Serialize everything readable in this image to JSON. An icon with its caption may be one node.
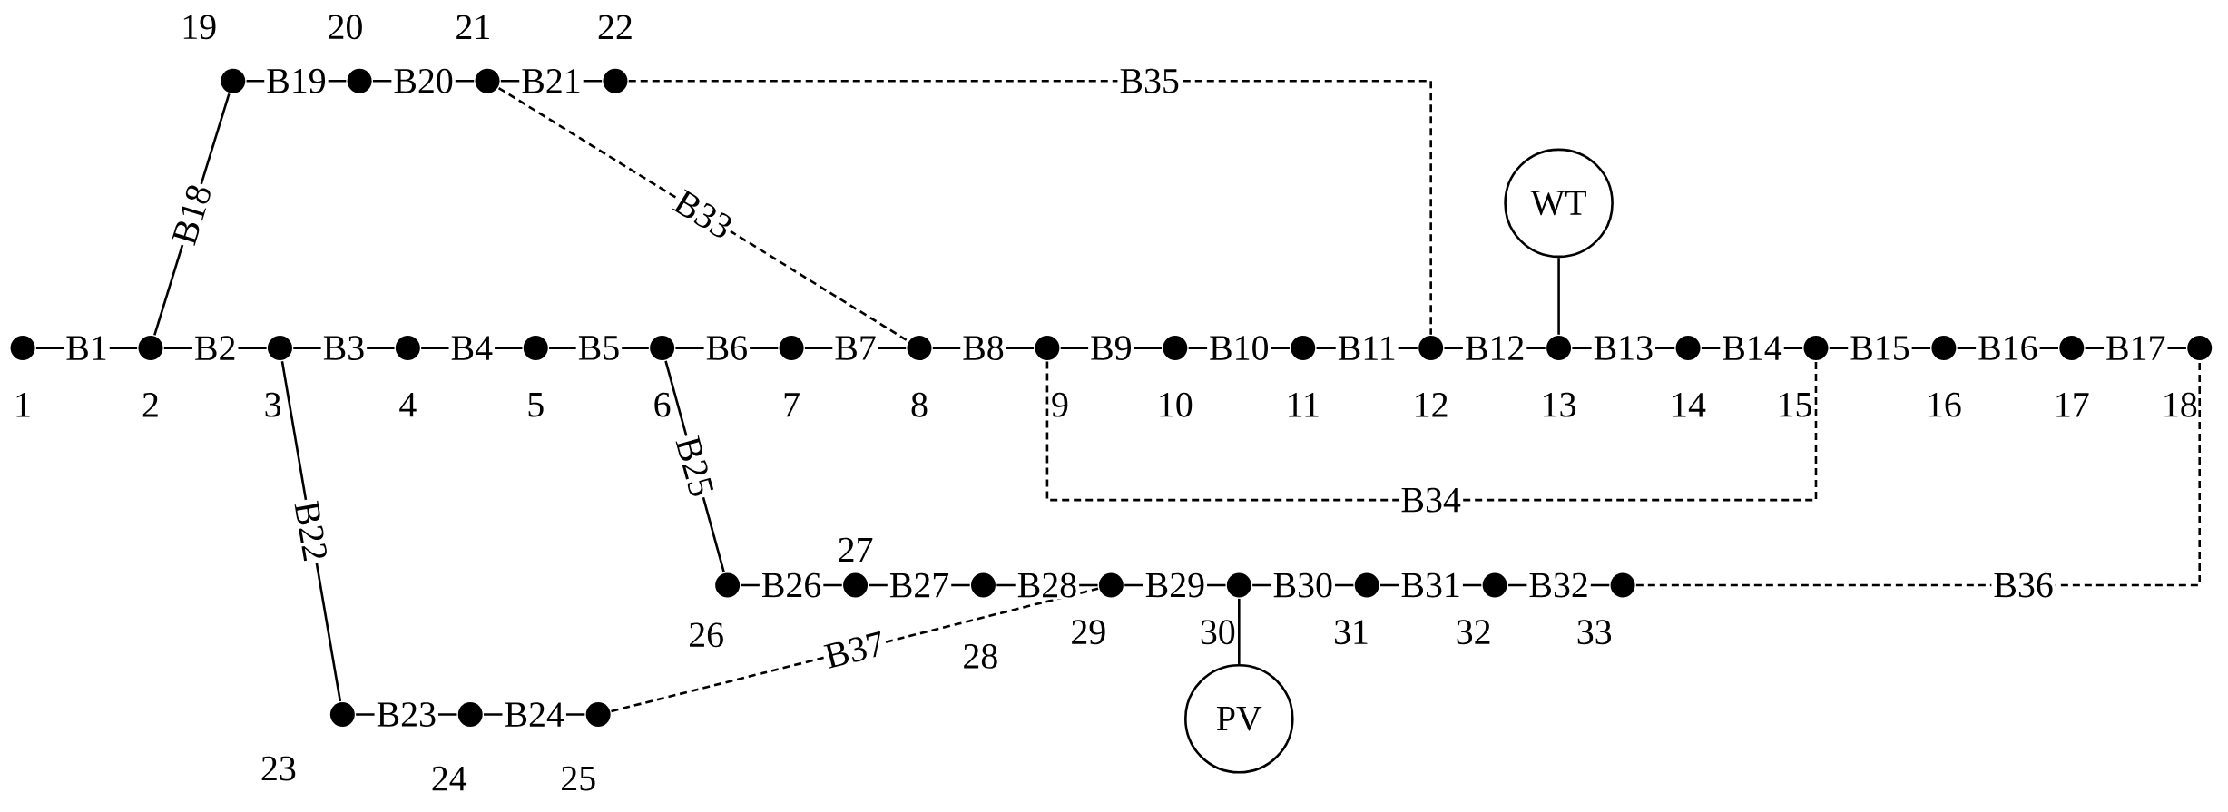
{
  "diagram": {
    "nodes": [
      {
        "text": [],
        "shape": "circle",
        "beside": [
          "1"
        ]
      },
      {
        "text": [],
        "shape": "circle",
        "beside": [
          "2"
        ]
      },
      {
        "text": [],
        "shape": "circle",
        "beside": [
          "3"
        ]
      },
      {
        "text": [],
        "shape": "circle",
        "beside": [
          "4"
        ]
      },
      {
        "text": [],
        "shape": "circle",
        "beside": [
          "5"
        ]
      },
      {
        "text": [],
        "shape": "circle",
        "beside": [
          "6"
        ]
      },
      {
        "text": [],
        "shape": "circle",
        "beside": [
          "7"
        ]
      },
      {
        "text": [],
        "shape": "circle",
        "beside": [
          "8"
        ]
      },
      {
        "text": [],
        "shape": "circle",
        "beside": [
          "9"
        ]
      },
      {
        "text": [],
        "shape": "circle",
        "beside": [
          "10"
        ]
      },
      {
        "text": [],
        "shape": "circle",
        "beside": [
          "11"
        ]
      },
      {
        "text": [],
        "shape": "circle",
        "beside": [
          "12"
        ]
      },
      {
        "text": [],
        "shape": "circle",
        "beside": [
          "13"
        ]
      },
      {
        "text": [],
        "shape": "circle",
        "beside": [
          "14"
        ]
      },
      {
        "text": [],
        "shape": "circle",
        "beside": [
          "15"
        ]
      },
      {
        "text": [],
        "shape": "circle",
        "beside": [
          "16"
        ]
      },
      {
        "text": [],
        "shape": "circle",
        "beside": [
          "17"
        ]
      },
      {
        "text": [],
        "shape": "circle",
        "beside": [
          "18"
        ]
      },
      {
        "text": [],
        "shape": "circle",
        "beside": [
          "19"
        ]
      },
      {
        "text": [],
        "shape": "circle",
        "beside": [
          "20"
        ]
      },
      {
        "text": [],
        "shape": "circle",
        "beside": [
          "21"
        ]
      },
      {
        "text": [],
        "shape": "circle",
        "beside": [
          "22"
        ]
      },
      {
        "text": [],
        "shape": "circle",
        "beside": [
          "23"
        ]
      },
      {
        "text": [],
        "shape": "circle",
        "beside": [
          "24"
        ]
      },
      {
        "text": [],
        "shape": "circle",
        "beside": [
          "25"
        ]
      },
      {
        "text": [],
        "shape": "circle",
        "beside": [
          "26"
        ]
      },
      {
        "text": [],
        "shape": "circle",
        "beside": [
          "27"
        ]
      },
      {
        "text": [],
        "shape": "circle",
        "beside": [
          "28"
        ]
      },
      {
        "text": [],
        "shape": "circle",
        "beside": [
          "29"
        ]
      },
      {
        "text": [],
        "shape": "circle",
        "beside": [
          "30"
        ]
      },
      {
        "text": [],
        "shape": "circle",
        "beside": [
          "31"
        ]
      },
      {
        "text": [],
        "shape": "circle",
        "beside": [
          "32"
        ]
      },
      {
        "text": [],
        "shape": "circle",
        "beside": [
          "33"
        ]
      },
      {
        "text": [
          "WT"
        ]
      },
      {
        "text": [
          "PV"
        ]
      }
    ],
    "edges": [
      {
        "from": 0,
        "to": 1,
        "arrow": "none",
        "label": "B1"
      },
      {
        "from": 1,
        "to": 2,
        "arrow": "none",
        "label": "B2"
      },
      {
        "from": 2,
        "to": 3,
        "arrow": "none",
        "label": "B3"
      },
      {
        "from": 3,
        "to": 4,
        "arrow": "none",
        "label": "B4"
      },
      {
        "from": 4,
        "to": 5,
        "arrow": "none",
        "label": "B5"
      },
      {
        "from": 5,
        "to": 6,
        "arrow": "none",
        "label": "B6"
      },
      {
        "from": 6,
        "to": 7,
        "arrow": "none",
        "label": "B7"
      },
      {
        "from": 7,
        "to": 8,
        "arrow": "none",
        "label": "B8"
      },
      {
        "from": 8,
        "to": 9,
        "arrow": "none",
        "label": "B9"
      },
      {
        "from": 9,
        "to": 10,
        "arrow": "none",
        "label": "B10"
      },
      {
        "from": 10,
        "to": 11,
        "arrow": "none",
        "label": "B11"
      },
      {
        "from": 11,
        "to": 12,
        "arrow": "none",
        "label": "B12"
      },
      {
        "from": 12,
        "to": 13,
        "arrow": "none",
        "label": "B13"
      },
      {
        "from": 13,
        "to": 14,
        "arrow": "none",
        "label": "B14"
      },
      {
        "from": 14,
        "to": 15,
        "arrow": "none",
        "label": "B15"
      },
      {
        "from": 15,
        "to": 16,
        "arrow": "none",
        "label": "B16"
      },
      {
        "from": 16,
        "to": 17,
        "arrow": "none",
        "label": "B17"
      },
      {
        "from": 1,
        "to": 18,
        "arrow": "none",
        "label": "B18"
      },
      {
        "from": 18,
        "to": 19,
        "arrow": "none",
        "label": "B19"
      },
      {
        "from": 19,
        "to": 20,
        "arrow": "none",
        "label": "B20"
      },
      {
        "from": 20,
        "to": 21,
        "arrow": "none",
        "label": "B21"
      },
      {
        "from": 2,
        "to": 22,
        "arrow": "none",
        "label": "B22"
      },
      {
        "from": 22,
        "to": 23,
        "arrow": "none",
        "label": "B23"
      },
      {
        "from": 23,
        "to": 24,
        "arrow": "none",
        "label": "B24"
      },
      {
        "from": 5,
        "to": 25,
        "arrow": "none",
        "label": "B25"
      },
      {
        "from": 25,
        "to": 26,
        "arrow": "none",
        "label": "B26"
      },
      {
        "from": 26,
        "to": 27,
        "arrow": "none",
        "label": "B27"
      },
      {
        "from": 27,
        "to": 28,
        "arrow": "none",
        "label": "B28"
      },
      {
        "from": 28,
        "to": 29,
        "arrow": "none",
        "label": "B29"
      },
      {
        "from": 29,
        "to": 30,
        "arrow": "none",
        "label": "B30"
      },
      {
        "from": 30,
        "to": 31,
        "arrow": "none",
        "label": "B31"
      },
      {
        "from": 31,
        "to": 32,
        "arrow": "none",
        "label": "B32"
      },
      {
        "from": 20,
        "to": 7,
        "arrow": "none",
        "label": "B33",
        "style": "dashed"
      },
      {
        "from": 8,
        "to": 14,
        "arrow": "none",
        "label": "B34",
        "style": "dashed"
      },
      {
        "from": 21,
        "to": 11,
        "arrow": "none",
        "label": "B35",
        "style": "dashed"
      },
      {
        "from": 32,
        "to": 17,
        "arrow": "none",
        "label": "B36",
        "style": "dashed"
      },
      {
        "from": 24,
        "to": 28,
        "arrow": "none",
        "label": "B37",
        "style": "dashed"
      },
      {
        "from": 33,
        "to": 12,
        "arrow": "none"
      },
      {
        "from": 34,
        "to": 29,
        "arrow": "none"
      }
    ]
  }
}
